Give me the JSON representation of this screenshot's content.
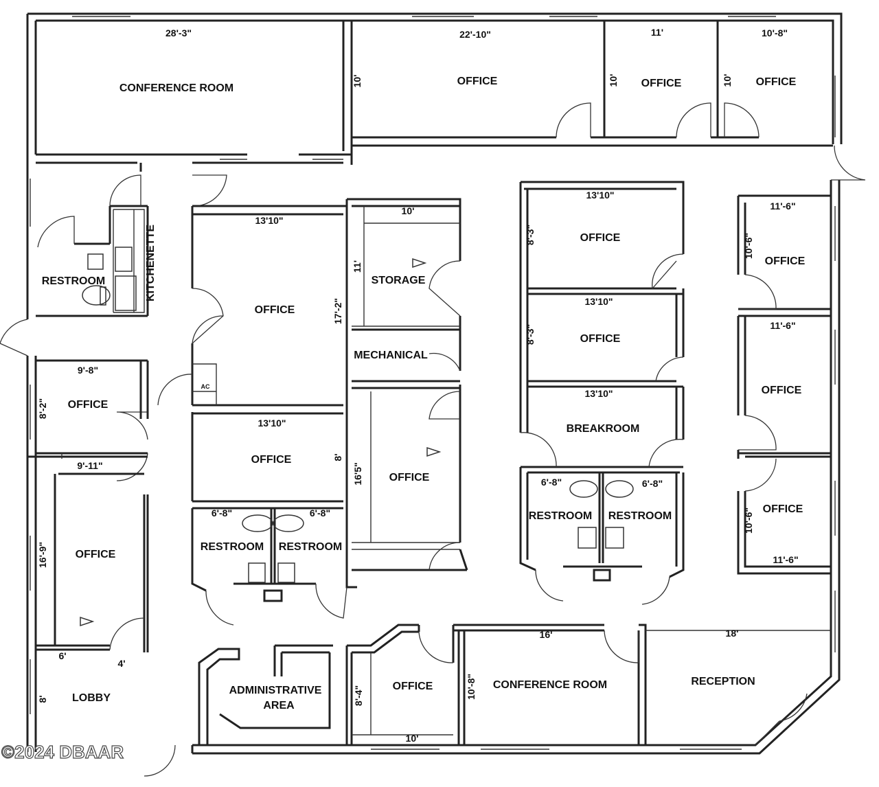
{
  "rooms": {
    "conference_top": "CONFERENCE ROOM",
    "office_top_a": "OFFICE",
    "office_top_b": "OFFICE",
    "office_top_c": "OFFICE",
    "restroom_kitchen": "RESTROOM",
    "kitchenette": "KITCHENETTE",
    "office_center": "OFFICE",
    "storage": "STORAGE",
    "mechanical": "MECHANICAL",
    "office_left_a": "OFFICE",
    "office_center_b": "OFFICE",
    "office_mid": "OFFICE",
    "office_left_b": "OFFICE",
    "restroom_c1": "RESTROOM",
    "restroom_c2": "RESTROOM",
    "office_r1": "OFFICE",
    "office_r2": "OFFICE",
    "breakroom": "BREAKROOM",
    "restroom_r1": "RESTROOM",
    "restroom_r2": "RESTROOM",
    "office_fr1": "OFFICE",
    "office_fr2": "OFFICE",
    "office_fr3": "OFFICE",
    "lobby": "LOBBY",
    "admin_1": "ADMINISTRATIVE",
    "admin_2": "AREA",
    "office_bottom": "OFFICE",
    "conference_bottom": "CONFERENCE ROOM",
    "reception": "RECEPTION",
    "ac": "AC"
  },
  "dims": {
    "d_28_3": "28'-3\"",
    "d_22_10": "22'-10\"",
    "d_11": "11'",
    "d_10_8": "10'-8\"",
    "d_10_a": "10'",
    "d_10_b": "10'",
    "d_10_c": "10'",
    "d_13_10_a": "13'10\"",
    "d_10_storage": "10'",
    "d_11_storage": "11'",
    "d_17_2": "17'-2\"",
    "d_13_10_r1": "13'10\"",
    "d_8_3_a": "8'-3\"",
    "d_13_10_r2": "13'10\"",
    "d_8_3_b": "8'-3\"",
    "d_13_10_r3": "13'10\"",
    "d_11_6_a": "11'-6\"",
    "d_10_6_a": "10'-6\"",
    "d_11_6_b": "11'-6\"",
    "d_10_6_b": "10'-6\"",
    "d_11_6_c": "11'-6\"",
    "d_9_8": "9'-8\"",
    "d_8_2": "8'-2\"",
    "d_9_11": "9'-11\"",
    "d_16_9": "16'-9\"",
    "d_13_10_b": "13'10\"",
    "d_8": "8'",
    "d_16_5": "16'5\"",
    "d_6_8_a": "6'-8\"",
    "d_6_8_b": "6'-8\"",
    "d_6_8_c": "6'-8\"",
    "d_6_8_d": "6'-8\"",
    "d_6": "6'",
    "d_4": "4'",
    "d_8_lobby": "8'",
    "d_8_4": "8'-4\"",
    "d_10_bottom": "10'",
    "d_16": "16'",
    "d_10_8_b": "10'-8\"",
    "d_18": "18'"
  },
  "watermark": "©2024 DBAAR"
}
